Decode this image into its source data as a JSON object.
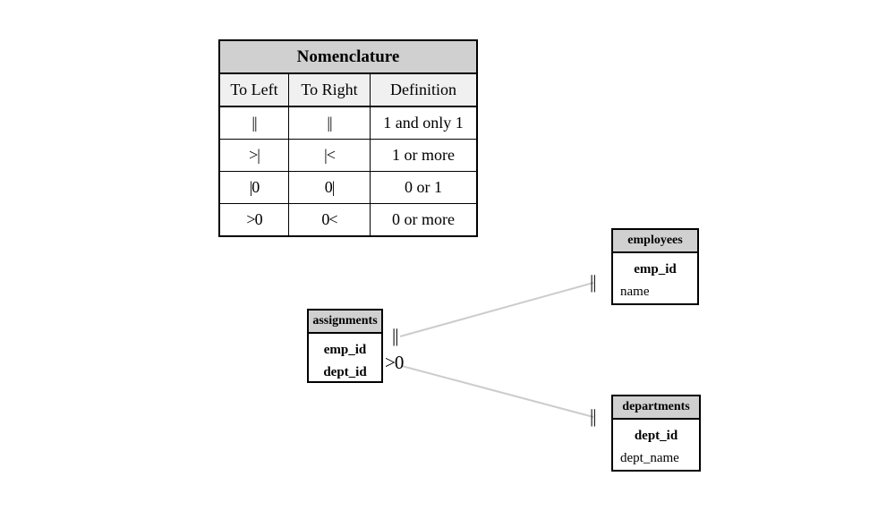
{
  "legend": {
    "title": "Nomenclature",
    "columns": [
      "To Left",
      "To Right",
      "Definition"
    ],
    "rows": [
      {
        "to_left": "||",
        "to_right": "||",
        "definition": "1 and only 1"
      },
      {
        "to_left": ">|",
        "to_right": "|<",
        "definition": "1 or more"
      },
      {
        "to_left": "|0",
        "to_right": "0|",
        "definition": "0 or 1"
      },
      {
        "to_left": ">0",
        "to_right": "0<",
        "definition": "0 or more"
      }
    ]
  },
  "entities": [
    {
      "name": "assignments",
      "fields": [
        {
          "label": "emp_id",
          "key": true
        },
        {
          "label": "dept_id",
          "key": true
        }
      ]
    },
    {
      "name": "employees",
      "fields": [
        {
          "label": "emp_id",
          "key": true
        },
        {
          "label": "name",
          "key": false
        }
      ]
    },
    {
      "name": "departments",
      "fields": [
        {
          "label": "dept_id",
          "key": true
        },
        {
          "label": "dept_name",
          "key": false
        }
      ]
    }
  ],
  "relationships": [
    {
      "from": "assignments",
      "to": "employees",
      "from_cardinality": "||",
      "to_cardinality": "||"
    },
    {
      "from": "assignments",
      "to": "departments",
      "from_cardinality": ">0",
      "to_cardinality": "||"
    }
  ],
  "colors": {
    "header_fill": "#d0d0d0",
    "subheader_fill": "#f0f0f0",
    "border": "#000000",
    "link_line": "#cccccc",
    "background": "#ffffff"
  }
}
